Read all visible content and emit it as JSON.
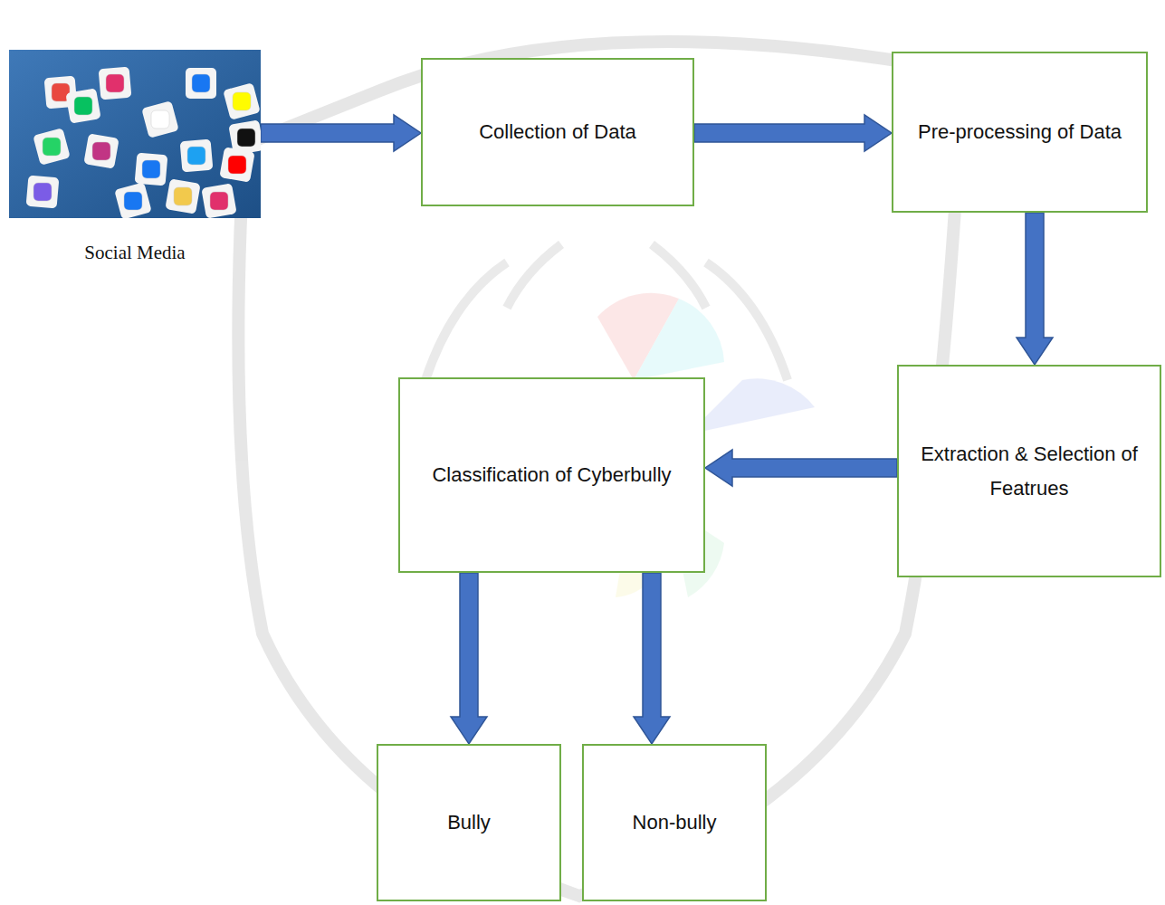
{
  "diagram": {
    "nodes": [
      {
        "text": [
          "Social Media"
        ]
      },
      {
        "text": [
          "Collection of Data"
        ]
      },
      {
        "text": [
          "Pre-processing of Data"
        ]
      },
      {
        "text": [
          "Extraction & Selection of Featrues"
        ]
      },
      {
        "text": [
          "Classification of Cyberbully"
        ]
      },
      {
        "text": [
          "Bully"
        ]
      },
      {
        "text": [
          "Non-bully"
        ]
      }
    ],
    "edges": [
      {
        "from": 0,
        "to": 1,
        "arrow": "to"
      },
      {
        "from": 1,
        "to": 2,
        "arrow": "to"
      },
      {
        "from": 2,
        "to": 3,
        "arrow": "to"
      },
      {
        "from": 3,
        "to": 4,
        "arrow": "to"
      },
      {
        "from": 4,
        "to": 5,
        "arrow": "to"
      },
      {
        "from": 4,
        "to": 6,
        "arrow": "to"
      }
    ]
  }
}
